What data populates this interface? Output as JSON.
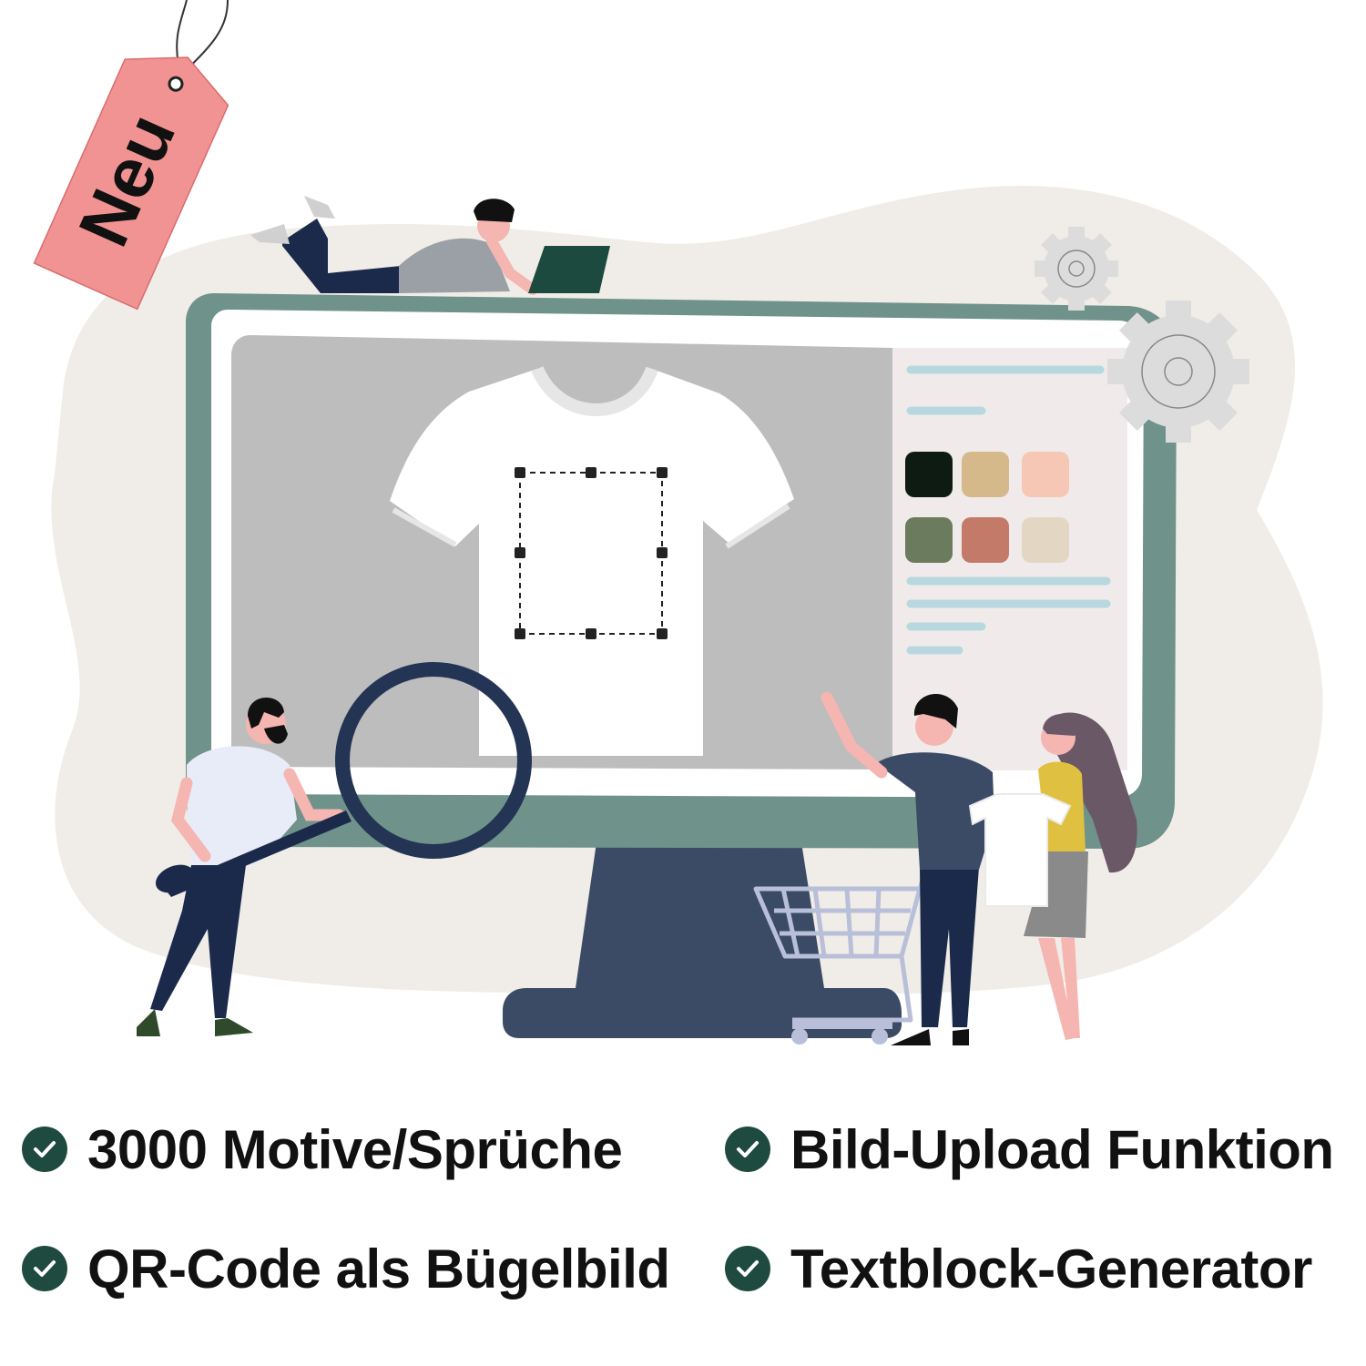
{
  "tag": {
    "label": "Neu",
    "color": "#f29393"
  },
  "palette": {
    "swatches": [
      "#0e1b12",
      "#d6b98a",
      "#f5c7b4",
      "#6b7c5e",
      "#c47a68",
      "#e3d7c3"
    ]
  },
  "features": [
    {
      "label": "3000 Motive/Sprüche",
      "icon": "check-circle-icon"
    },
    {
      "label": "Bild-Upload Funktion",
      "icon": "check-circle-icon"
    },
    {
      "label": "QR-Code als Bügelbild",
      "icon": "check-circle-icon"
    },
    {
      "label": "Textblock-Generator",
      "icon": "check-circle-icon"
    }
  ],
  "colors": {
    "monitor_frame": "#6f928b",
    "monitor_stand": "#3b4b66",
    "screen_bg": "#bdbdbd",
    "panel_bg": "#f0ebea",
    "blob_bg": "#f0ede8",
    "check_bg": "#1f4a3f",
    "navy": "#1b2a4a"
  }
}
